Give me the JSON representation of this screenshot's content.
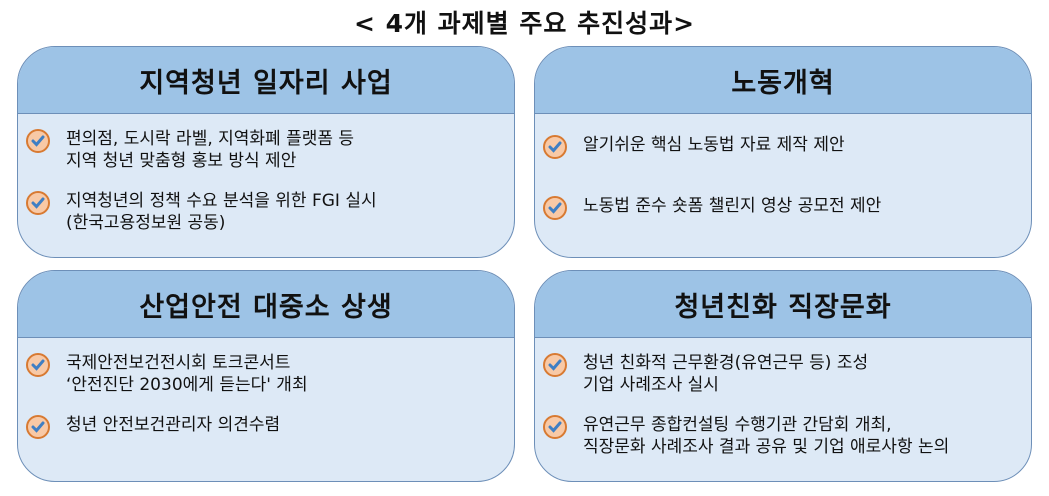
{
  "title": "< 4개 과제별 주요 추진성과>",
  "cards": [
    {
      "heading": "지역청년 일자리 사업",
      "items": [
        [
          "편의점, 도시락 라벨, 지역화폐 플랫폼 등",
          "지역 청년 맞춤형 홍보 방식 제안"
        ],
        [
          "지역청년의 정책 수요 분석을 위한 FGI  실시",
          "(한국고용정보원 공동)"
        ]
      ]
    },
    {
      "heading": "노동개혁",
      "items": [
        [
          "알기쉬운 핵심 노동법 자료 제작 제안"
        ],
        [
          "노동법 준수 숏폼 챌린지 영상 공모전 제안"
        ]
      ]
    },
    {
      "heading": "산업안전 대중소 상생",
      "items": [
        [
          "국제안전보건전시회 토크콘서트",
          "‘안전진단 2030에게 듣는다' 개최"
        ],
        [
          "청년 안전보건관리자 의견수렴"
        ]
      ]
    },
    {
      "heading": "청년친화 직장문화",
      "items": [
        [
          "청년 친화적 근무환경(유연근무 등) 조성",
          "기업 사례조사 실시"
        ],
        [
          "유연근무 종합컨설팅 수행기관 간담회 개최,",
          "직장문화 사례조사 결과 공유 및 기업 애로사항 논의"
        ]
      ]
    }
  ],
  "icon": "check-circle-icon",
  "colors": {
    "header": "#9dc3e6",
    "body": "#dde9f6",
    "border": "#6d8fb8",
    "check_ring": "#d87a32",
    "check_mark": "#3f7fc4"
  }
}
